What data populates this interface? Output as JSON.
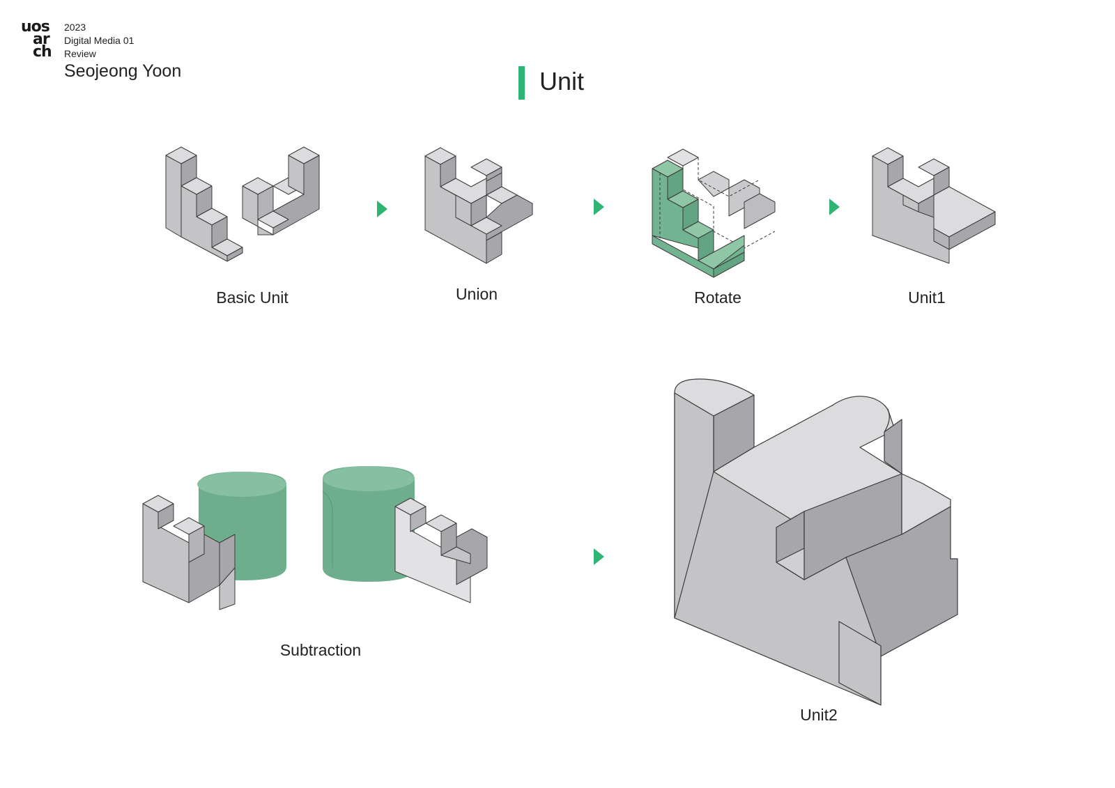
{
  "header": {
    "logo_text": [
      "uos",
      "ar",
      "ch"
    ],
    "year": "2023",
    "course": "Digital Media 01",
    "type": "Review",
    "author": "Seojeong Yoon"
  },
  "section_title": "Unit",
  "steps": [
    {
      "label": "Basic Unit"
    },
    {
      "label": "Union"
    },
    {
      "label": "Rotate"
    },
    {
      "label": "Unit1"
    }
  ],
  "bottom": {
    "subtraction_label": "Subtraction",
    "unit2_label": "Unit2"
  },
  "colors": {
    "accent": "#2fb573",
    "solid_top": "#dcdcde",
    "solid_left": "#c4c4c7",
    "solid_right": "#a7a7ab",
    "green_solid": "#6fae8d",
    "outline": "#3a3a3a"
  },
  "icons": [
    "arrow-right-icon",
    "arrow-right-icon",
    "arrow-right-icon",
    "arrow-right-icon"
  ]
}
